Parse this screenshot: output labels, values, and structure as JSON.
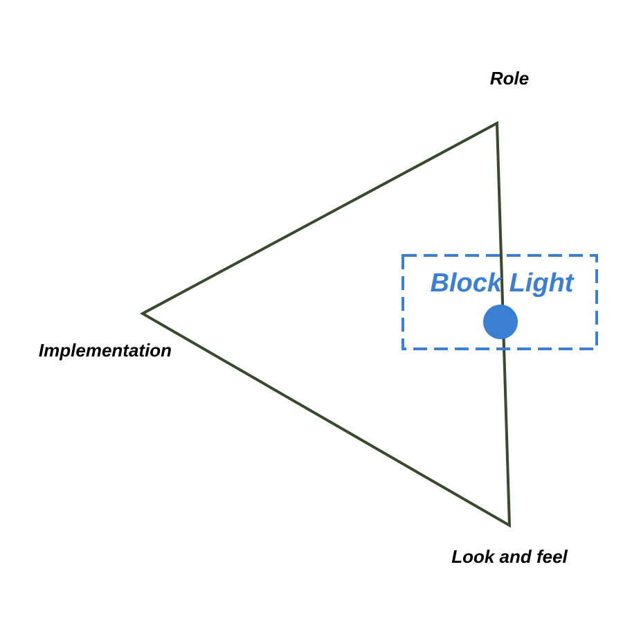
{
  "diagram": {
    "vertices": {
      "top": "Role",
      "left": "Implementation",
      "bottom": "Look and feel"
    },
    "marker": {
      "label": "Block Light"
    }
  },
  "colors": {
    "triangle_stroke": "#384a2c",
    "marker_accent": "#3a7fd2",
    "vertex_text": "#000000",
    "background": "#ffffff"
  }
}
